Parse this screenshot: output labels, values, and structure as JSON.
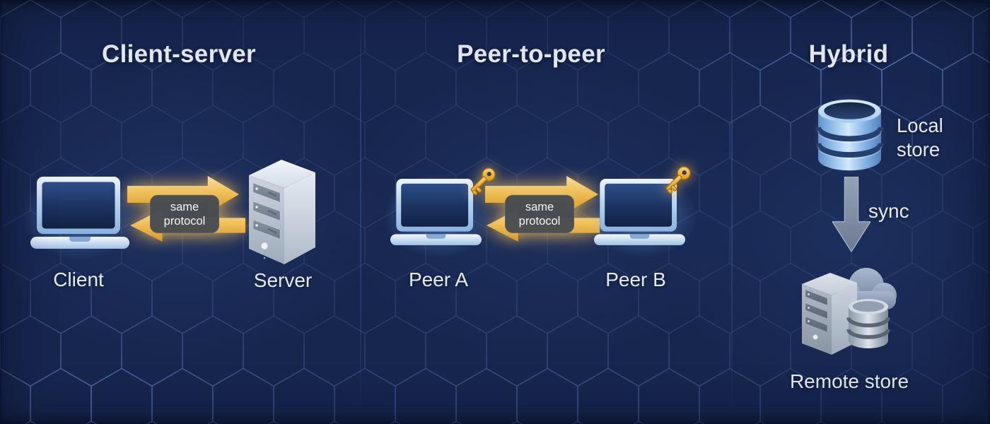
{
  "sections": [
    {
      "id": "client-server",
      "title": "Client-server",
      "device_left": "Client",
      "device_right": "Server",
      "arrow_label": "same protocol"
    },
    {
      "id": "peer-to-peer",
      "title": "Peer-to-peer",
      "device_left": "Peer A",
      "device_right": "Peer B",
      "arrow_label": "same protocol"
    },
    {
      "id": "hybrid",
      "title": "Hybrid",
      "local_label": "Local store",
      "sync_label": "sync",
      "remote_label": "Remote store"
    }
  ],
  "icons": {
    "client": "laptop-icon",
    "server": "server-tower-icon",
    "peer_badge": "key-icon",
    "exchange": "double-arrow-icon",
    "local_store": "database-icon",
    "sync": "down-arrow-icon",
    "remote_store": "cloud-server-database-icon"
  },
  "colors": {
    "background": "#17264f",
    "accent_gold": "#e9b44d",
    "device_blue": "#a9cbf0",
    "steel_gray": "#aab4c2",
    "label_box": "#4a4e54",
    "divider": "#5c7ac3",
    "text": "#e4eaf3"
  }
}
